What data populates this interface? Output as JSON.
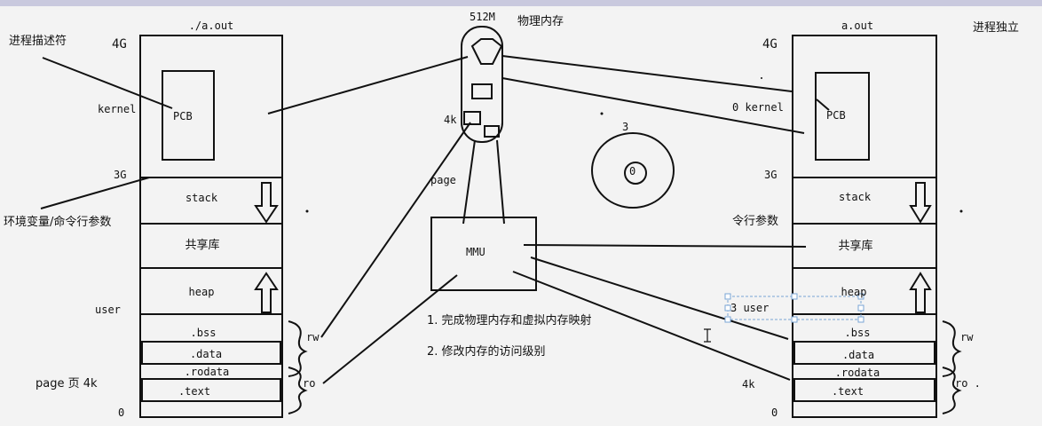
{
  "header": {
    "bar_color": "#c9c9de"
  },
  "left": {
    "title": "./a.out",
    "annotation_pcb": "进程描述符",
    "annotation_env": "环境变量/命令行参数",
    "label_4g": "4G",
    "label_kernel": "kernel",
    "label_3g": "3G",
    "label_user": "user",
    "label_page": "page 页 4k",
    "label_0": "0",
    "pcb": "PCB",
    "segments": [
      ".bss",
      ".data",
      ".rodata",
      ".text"
    ],
    "regions": [
      "stack",
      "共享库",
      "heap"
    ],
    "bracket_rw": "rw",
    "bracket_ro": "ro"
  },
  "center": {
    "mem_size": "512M",
    "mem_title": "物理内存",
    "label_4k": "4k",
    "label_page": "page",
    "mmu": "MMU",
    "notes": [
      "1. 完成物理内存和虚拟内存映射",
      "2. 修改内存的访问级别"
    ],
    "ring_outer": "3",
    "ring_inner": "0"
  },
  "right": {
    "title": "a.out",
    "corner": "进程独立",
    "label_4g": "4G",
    "label_kernel": "0 kernel",
    "label_3g": "3G",
    "label_args": "令行参数",
    "label_user": "3 user",
    "label_4k": "4k",
    "label_0": "0",
    "pcb": "PCB",
    "segments": [
      ".bss",
      ".data",
      ".rodata",
      ".text"
    ],
    "regions": [
      "stack",
      "共享库",
      "heap"
    ],
    "bracket_rw": "rw",
    "bracket_ro": "ro ."
  }
}
